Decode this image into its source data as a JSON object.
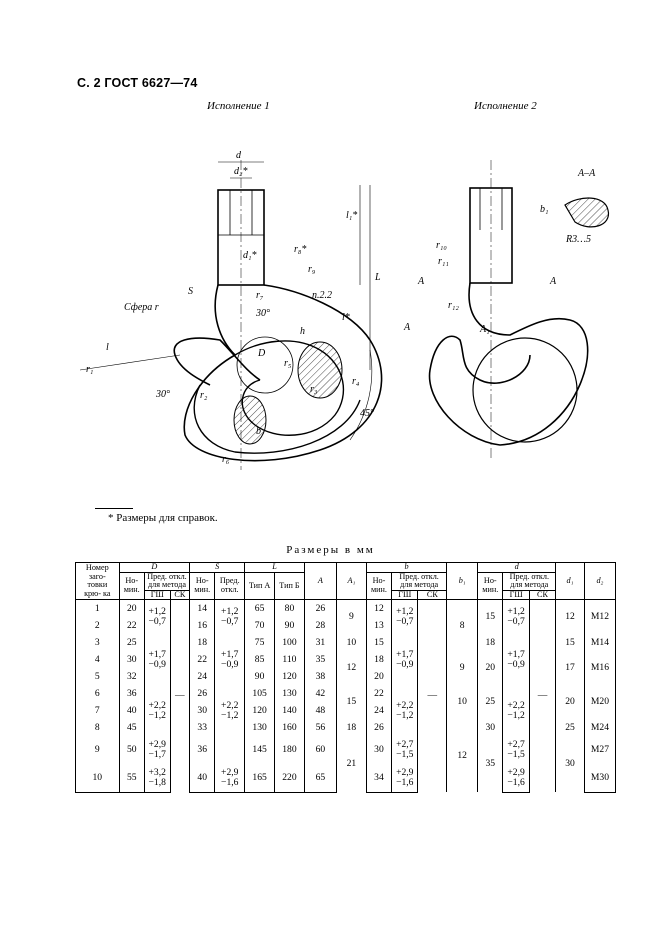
{
  "page_header": "С. 2 ГОСТ 6627—74",
  "variant1_caption": "Исполнение 1",
  "variant2_caption": "Исполнение 2",
  "drawing_labels": {
    "d": "d",
    "d2": "d₂*",
    "d1": "d₁*",
    "l1": "l₁*",
    "l": "l*",
    "L": "L",
    "r8": "r₈*",
    "r9": "r₉",
    "r7": "r₇",
    "r1": "r₁",
    "r2": "r₂",
    "r3": "r₃",
    "r4": "r₄",
    "r5": "r₅",
    "r6": "r₆",
    "sphere": "Сфера r",
    "S": "S",
    "h": "h",
    "b": "b",
    "D": "D",
    "ang30a": "30°",
    "ang30b": "30°",
    "ang45": "45°",
    "note": "п.2.2",
    "section": "А–А",
    "A": "A",
    "A1": "A₁",
    "b1": "b₁",
    "r10": "r₁₀",
    "r11": "r₁₁",
    "r12": "r₁₂",
    "r35": "R3…5",
    "l_small": "l"
  },
  "footnote": "*  Размеры для справок.",
  "table_caption": "Размеры в мм",
  "table": {
    "h_num": "Номер заго- товки крю- ка",
    "h_D": "D",
    "h_S": "S",
    "h_L": "L",
    "h_A": "A",
    "h_A1": "A₁",
    "h_b": "b",
    "h_b1": "b₁",
    "h_d": "d",
    "h_d1": "d₁",
    "h_d2": "d₂",
    "h_nom": "Но- мин.",
    "h_dev": "Пред. откл. для метода",
    "h_devs": "Пред. откл.",
    "h_typeA": "Тип А",
    "h_typeB": "Тип Б",
    "h_gsh": "ГШ",
    "h_sk": "СК",
    "dash": "—",
    "rows": [
      {
        "n": "1",
        "D": "20",
        "S": "14",
        "LA": "65",
        "LB": "80",
        "A": "26",
        "b": "12",
        "d": "15",
        "d2": "М12"
      },
      {
        "n": "2",
        "D": "22",
        "S": "16",
        "LA": "70",
        "LB": "90",
        "A": "28",
        "b": "13",
        "d": "",
        "d2": ""
      },
      {
        "n": "3",
        "D": "25",
        "S": "18",
        "LA": "75",
        "LB": "100",
        "A": "31",
        "b": "15",
        "d": "18",
        "d2": "М14"
      },
      {
        "n": "4",
        "D": "30",
        "S": "22",
        "LA": "85",
        "LB": "110",
        "A": "35",
        "b": "18",
        "d": "",
        "d2": ""
      },
      {
        "n": "5",
        "D": "32",
        "S": "24",
        "LA": "90",
        "LB": "120",
        "A": "38",
        "b": "20",
        "d": "",
        "d2": "М16"
      },
      {
        "n": "6",
        "D": "36",
        "S": "26",
        "LA": "105",
        "LB": "130",
        "A": "42",
        "b": "22",
        "d": "",
        "d2": ""
      },
      {
        "n": "7",
        "D": "40",
        "S": "30",
        "LA": "120",
        "LB": "140",
        "A": "48",
        "b": "24",
        "d": "",
        "d2": "М20"
      },
      {
        "n": "8",
        "D": "45",
        "S": "33",
        "LA": "130",
        "LB": "160",
        "A": "56",
        "b": "26",
        "d": "30",
        "d2": "М24"
      },
      {
        "n": "9",
        "D": "50",
        "S": "36",
        "LA": "145",
        "LB": "180",
        "A": "60",
        "b": "30",
        "d": "",
        "d2": "М27"
      },
      {
        "n": "10",
        "D": "55",
        "S": "40",
        "LA": "165",
        "LB": "220",
        "A": "65",
        "b": "34",
        "d": "",
        "d2": "М30"
      }
    ],
    "D_dev": [
      "+1,2\n−0,7",
      "+1,7\n−0,9",
      "+2,2\n−1,2",
      "+2,9\n−1,7",
      "+3,2\n−1,8"
    ],
    "S_dev": [
      "+1,2\n−0,7",
      "+1,7\n−0,9",
      "+2,2\n−1,2",
      "+2,9\n−1,6"
    ],
    "b_dev": [
      "+1,2\n−0,7",
      "+1,7\n−0,9",
      "+2,2\n−1,2",
      "+2,7\n−1,5",
      "+2,9\n−1,6"
    ],
    "d_dev": [
      "+1,2\n−0,7",
      "+1,7\n−0,9",
      "+2,2\n−1,2",
      "+2,7\n−1,5",
      "+2,9\n−1,6"
    ],
    "A1": [
      "9",
      "10",
      "12",
      "15",
      "18",
      "21"
    ],
    "b1": [
      "8",
      "9",
      "10",
      "12"
    ],
    "d_merged": [
      "20",
      "25",
      "35"
    ],
    "d1": [
      "12",
      "15",
      "17",
      "20",
      "25",
      "30"
    ]
  }
}
